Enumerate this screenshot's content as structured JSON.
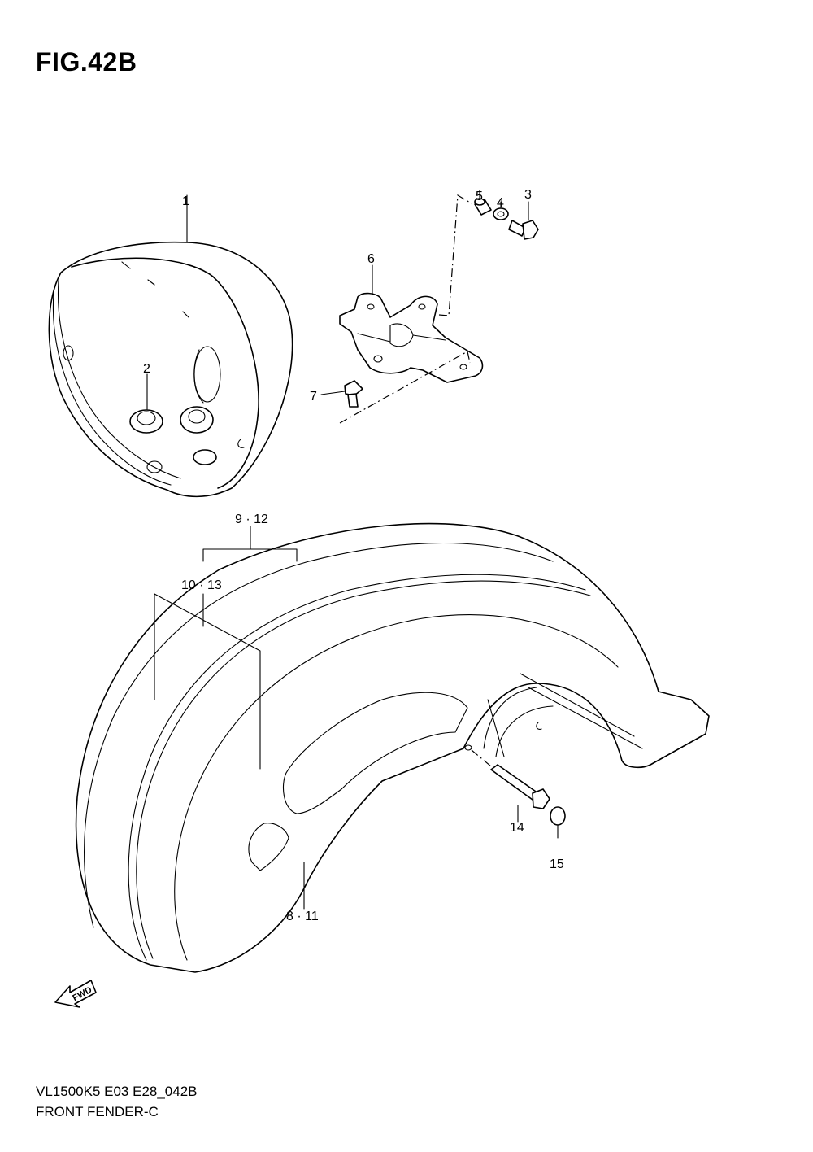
{
  "figure": {
    "title": "FIG.42B",
    "code": "VL1500K5 E03 E28_042B",
    "name": "FRONT FENDER-C"
  },
  "callouts": [
    "1",
    "2",
    "3",
    "4",
    "5",
    "6",
    "7",
    "9 · 12",
    "10 · 13",
    "8 · 11",
    "14",
    "15"
  ],
  "fwd_label": "FWD"
}
